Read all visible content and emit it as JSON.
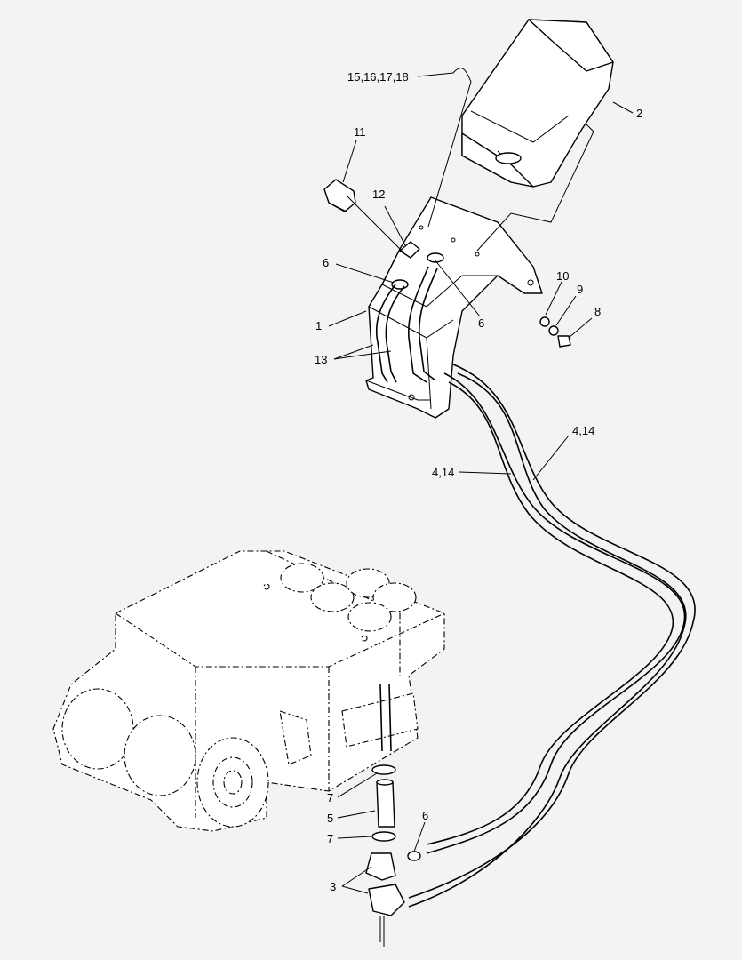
{
  "diagram": {
    "callouts": [
      {
        "id": "c-15-18",
        "text": "15,16,17,18"
      },
      {
        "id": "c-2",
        "text": "2"
      },
      {
        "id": "c-11",
        "text": "11"
      },
      {
        "id": "c-12",
        "text": "12"
      },
      {
        "id": "c-6a",
        "text": "6"
      },
      {
        "id": "c-6b",
        "text": "6"
      },
      {
        "id": "c-1",
        "text": "1"
      },
      {
        "id": "c-10",
        "text": "10"
      },
      {
        "id": "c-9",
        "text": "9"
      },
      {
        "id": "c-8",
        "text": "8"
      },
      {
        "id": "c-13",
        "text": "13"
      },
      {
        "id": "c-4-14a",
        "text": "4,14"
      },
      {
        "id": "c-4-14b",
        "text": "4,14"
      },
      {
        "id": "c-7a",
        "text": "7"
      },
      {
        "id": "c-5",
        "text": "5"
      },
      {
        "id": "c-7b",
        "text": "7"
      },
      {
        "id": "c-6c",
        "text": "6"
      },
      {
        "id": "c-3",
        "text": "3"
      }
    ]
  }
}
